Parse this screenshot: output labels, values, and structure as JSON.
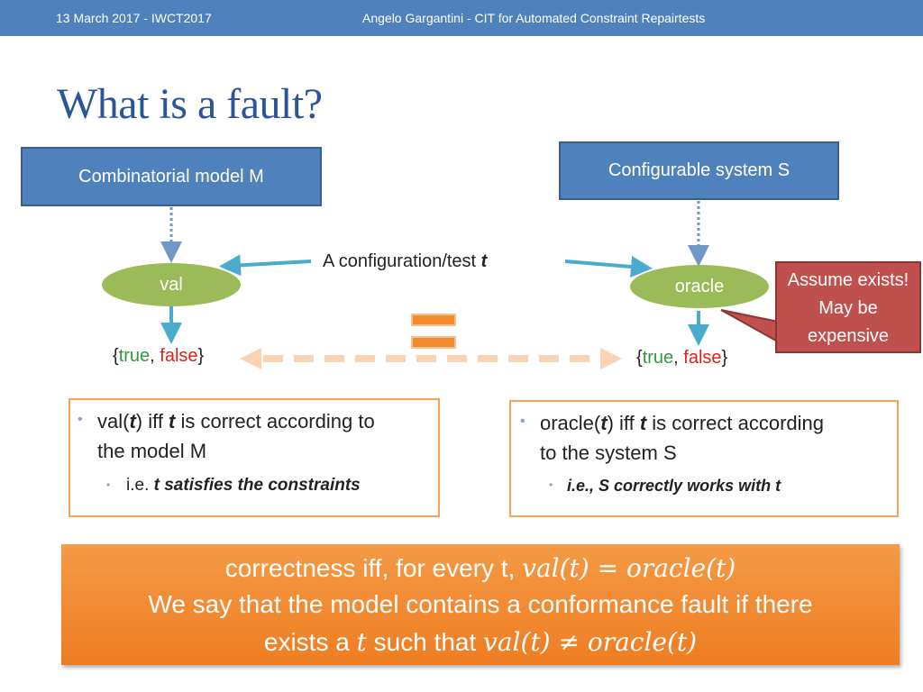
{
  "header": {
    "date_event": "13 March 2017 - IWCT2017",
    "author_title": "Angelo Gargantini -  CIT for Automated Constraint Repairtests"
  },
  "slide": {
    "title": "What is a fault?",
    "model_box": "Combinatorial model M",
    "system_box": "Configurable system S",
    "config_label_prefix": "A configuration/test ",
    "config_label_var": "t",
    "val_label": "val",
    "oracle_label": "oracle",
    "left_result": {
      "open": "{",
      "true": "true",
      "sep": ", ",
      "false": "false",
      "close": "}"
    },
    "right_result": {
      "open": "{",
      "true": "true",
      "sep": ", ",
      "false": "false",
      "close": "}"
    },
    "callout": [
      "Assume exists!",
      "May be",
      "expensive"
    ],
    "left_bullet": {
      "fn": "val(",
      "t1": "t",
      "mid": ") iff ",
      "t2": "t",
      "rest1": " is correct according to",
      "rest2": "the model M",
      "sub_prefix": "i.e. ",
      "sub_emph": "t satisfies the constraints"
    },
    "right_bullet": {
      "fn": "oracle(",
      "t1": "t",
      "mid": ") iff ",
      "t2": "t",
      "rest1": " is correct according",
      "rest2": "to the system S",
      "sub_emph": "i.e., S correctly works with t"
    },
    "banner": {
      "line1_text": "correctness iff, for every t, ",
      "line1_math": "val(t) = oracle(t)",
      "line2": "We say that the model contains a conformance fault if there",
      "line3_a": "exists a ",
      "line3_t": "t",
      "line3_b": " such that ",
      "line3_math": "val(t) ≠ oracle(t)"
    },
    "colors": {
      "header_bar": "#4f81bd",
      "title": "#2a5599",
      "box": "#4f81bd",
      "ellipse": "#9bbb59",
      "true": "#2f9a3a",
      "false": "#e0201b",
      "callout": "#c0504d",
      "banner": "#ee7d22",
      "equals_sign": "#f28a30"
    }
  }
}
